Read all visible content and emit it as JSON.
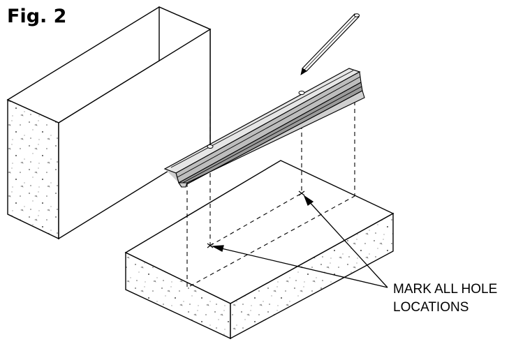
{
  "figure": {
    "title": "Fig. 2",
    "callout_line1": "MARK ALL HOLE",
    "callout_line2": "LOCATIONS"
  },
  "colors": {
    "ink": "#000000",
    "paper": "#ffffff",
    "rail_fill": "#d9d9d9",
    "rail_shadow": "#8c8c8c"
  }
}
